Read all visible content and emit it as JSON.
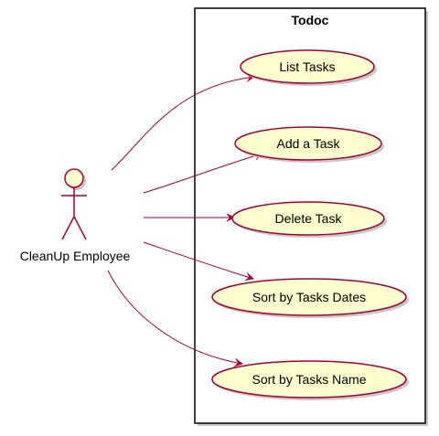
{
  "system": {
    "title": "Todoc"
  },
  "actor": {
    "name": "CleanUp Employee"
  },
  "use_cases": [
    {
      "label": "List Tasks"
    },
    {
      "label": "Add a Task"
    },
    {
      "label": "Delete Task"
    },
    {
      "label": "Sort by Tasks Dates"
    },
    {
      "label": "Sort by Tasks Name"
    }
  ],
  "colors": {
    "usecase_fill": "#FEFECE",
    "stroke": "#A80036",
    "boundary": "#000000",
    "shadow": "#C8C8C8"
  }
}
